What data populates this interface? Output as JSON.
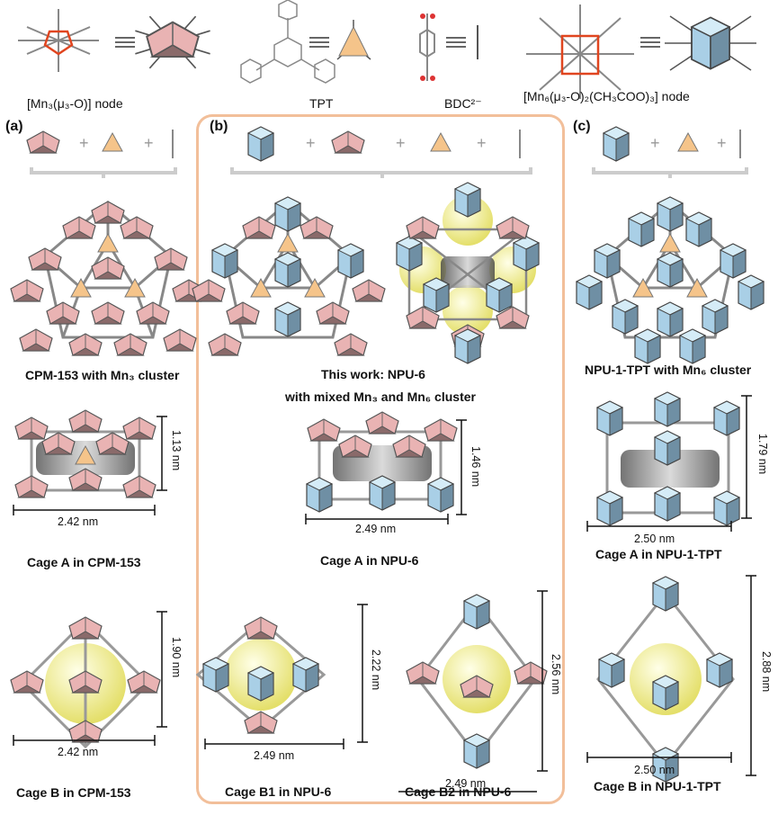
{
  "legend": {
    "mn3_node": "[Mn₃(μ₃-O)] node",
    "tpt": "TPT",
    "bdc": "BDC²⁻",
    "mn6_node": "[Mn₆(μ₃-O)₂(CH₃COO)₃] node"
  },
  "panels": {
    "a": {
      "letter": "(a)",
      "framework": "CPM-153 with Mn₃ cluster",
      "cage_a": "Cage A in CPM-153",
      "cage_a_width": "2.42 nm",
      "cage_a_height": "1.13 nm",
      "cage_b": "Cage B in CPM-153",
      "cage_b_width": "2.42 nm",
      "cage_b_height": "1.90 nm"
    },
    "b": {
      "letter": "(b)",
      "framework_line1": "This work: NPU-6",
      "framework_line2": "with mixed Mn₃ and Mn₆ cluster",
      "cage_a": "Cage A in NPU-6",
      "cage_a_width": "2.49 nm",
      "cage_a_height": "1.46 nm",
      "cage_b1": "Cage B1 in NPU-6",
      "cage_b1_width": "2.49 nm",
      "cage_b1_height": "2.22 nm",
      "cage_b2": "Cage B2 in NPU-6",
      "cage_b2_width": "2.49 nm",
      "cage_b2_height": "2.56 nm"
    },
    "c": {
      "letter": "(c)",
      "framework": "NPU-1-TPT with Mn₆ cluster",
      "cage_a": "Cage A in NPU-1-TPT",
      "cage_a_width": "2.50 nm",
      "cage_a_height": "1.79 nm",
      "cage_b": "Cage B in NPU-1-TPT",
      "cage_b_width": "2.50 nm",
      "cage_b_height": "2.88 nm"
    }
  },
  "colors": {
    "mn3": "#e9b3b3",
    "mn3_dark": "#8a6a6a",
    "mn6": "#a9cfe6",
    "mn6_dark": "#5f7f95",
    "tpt": "#f5c48a",
    "cavity": "#f3f0a0",
    "frame": "#f2bf9a"
  },
  "icons": [
    "mn3-octahedron-icon",
    "tpt-triangle-icon",
    "bdc-linker-icon",
    "mn6-prism-icon"
  ]
}
